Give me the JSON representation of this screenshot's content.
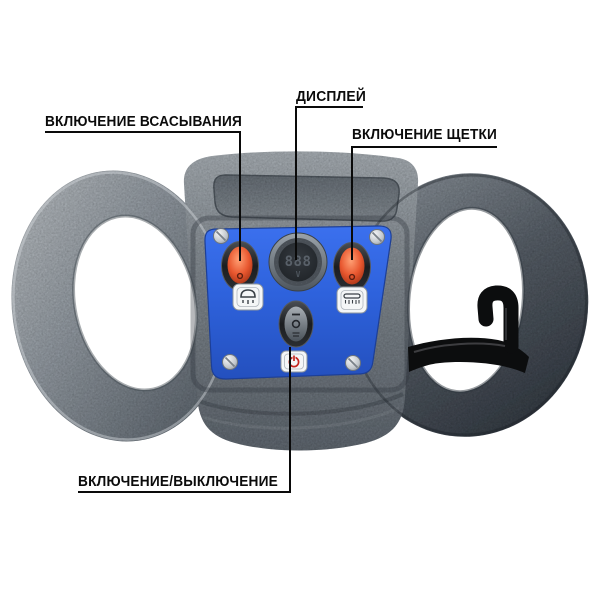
{
  "labels": {
    "suction": "ВКЛЮЧЕНИЕ ВСАСЫВАНИЯ",
    "display": "ДИСПЛЕЙ",
    "brush": "ВКЛЮЧЕНИЕ ЩЕТКИ",
    "power": "ВКЛЮЧЕНИЕ/ВЫКЛЮЧЕНИЕ"
  },
  "panel": {
    "display_value": "888",
    "display_unit": "V",
    "power_switch_markings": [
      "—",
      "O"
    ],
    "icons": [
      "suction-icon",
      "brush-icon",
      "power-icon"
    ]
  },
  "colors": {
    "background": "#FFFFFF",
    "panel_blue": "#2E62DC",
    "switch_orange": "#E8572F",
    "body_gray_light": "#9AA2AA",
    "body_gray_dark": "#5E666F",
    "lever_black": "#0C0D0E",
    "power_icon_red": "#C5271F",
    "label_text": "#0B0B0B"
  }
}
